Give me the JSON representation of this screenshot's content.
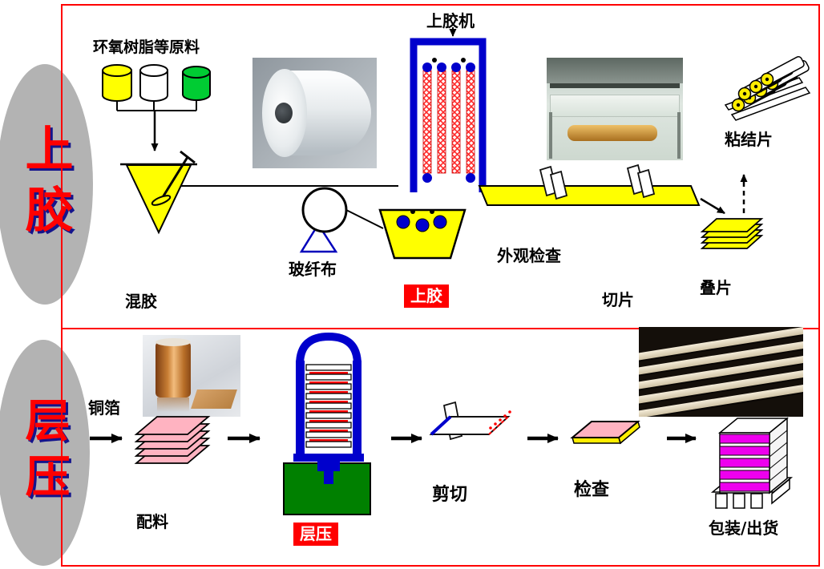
{
  "stages": {
    "gluing": "上胶",
    "lamination": "层压"
  },
  "top_flow": {
    "raw_materials": "环氧树脂等原料",
    "mixing": "混胶",
    "fiberglass_cloth": "玻纤布",
    "gluing_machine": "上胶机",
    "gluing_badge": "上胶",
    "visual_inspection": "外观检查",
    "cutting": "切片",
    "stacking": "叠片",
    "bonding_sheet": "粘结片"
  },
  "bottom_flow": {
    "copper_foil": "铜箔",
    "material_preparation": "配料",
    "lamination_badge": "层压",
    "shearing": "剪切",
    "inspection": "检查",
    "packaging_shipping": "包装/出货"
  },
  "colors": {
    "panel_border": "#ff0000",
    "stage_text": "#ff0000",
    "stage_text_shadow": "#14148c",
    "stage_ellipse": "#b3b3b3",
    "badge_bg": "#ff0000",
    "badge_text": "#ffffff",
    "glue_yellow": "#ffff00",
    "machine_blue": "#0000cc",
    "heater_red": "#ff2a2a",
    "press_green": "#008000",
    "prepreg_pink": "#ffb3c1",
    "board_magenta": "#ee00ee"
  }
}
